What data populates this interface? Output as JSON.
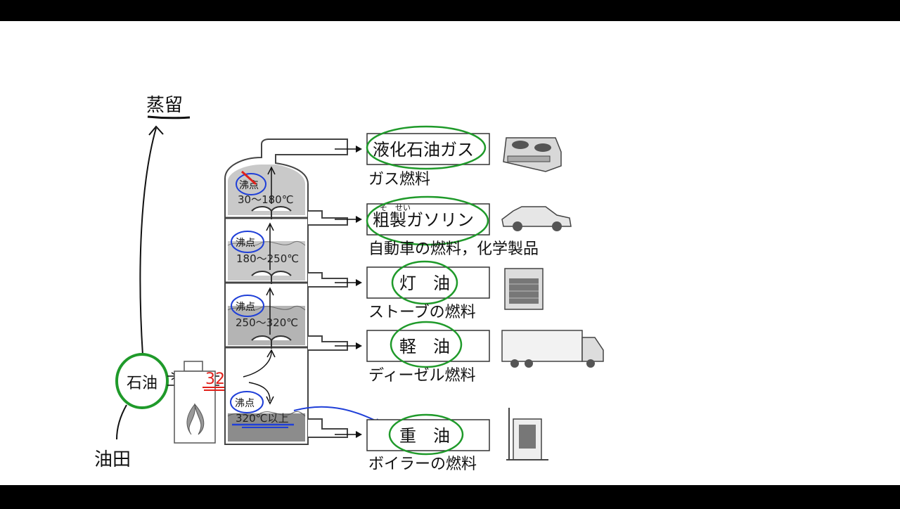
{
  "left": {
    "distillation": "蒸留",
    "crude_oil": "石油",
    "oil_field": "油田",
    "temp_note": "320℃"
  },
  "tower": {
    "boiling_point": "沸点",
    "zones": [
      {
        "range": "30～180℃"
      },
      {
        "range": "180～250℃"
      },
      {
        "range": "250～320℃"
      },
      {
        "range": "320℃以上"
      }
    ]
  },
  "products": [
    {
      "name": "液化石油ガス",
      "ruby": "",
      "use": "ガス燃料",
      "icon": "gas-stove-icon"
    },
    {
      "name": "粗製ガソリン",
      "ruby": "そ　せい",
      "use": "自動車の燃料，化学製品",
      "icon": "car-icon"
    },
    {
      "name": "灯　油",
      "ruby": "",
      "use": "ストーブの燃料",
      "icon": "heater-icon"
    },
    {
      "name": "軽　油",
      "ruby": "",
      "use": "ディーゼル燃料",
      "icon": "truck-icon"
    },
    {
      "name": "重　油",
      "ruby": "",
      "use": "ボイラーの燃料",
      "icon": "boiler-icon"
    }
  ],
  "colors": {
    "green_marker": "#1f9a2a",
    "blue_marker": "#1f3fd8",
    "red_marker": "#e0201a",
    "layer_light": "#c9c9c9",
    "layer_mid": "#b4b4b4",
    "layer_dark": "#8c8c8c"
  }
}
